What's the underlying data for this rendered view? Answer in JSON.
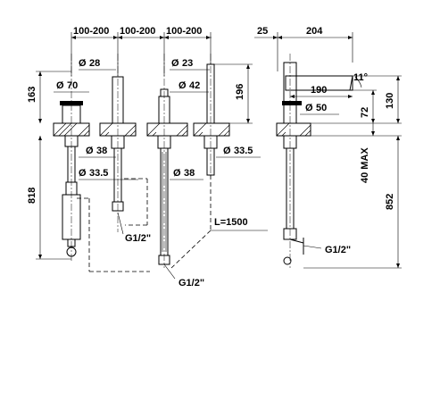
{
  "dimensions": {
    "top_spacing_1": "100-200",
    "top_spacing_2": "100-200",
    "top_spacing_3": "100-200",
    "side_25": "25",
    "side_204": "204",
    "dia_28": "28",
    "dia_23": "23",
    "dia_70": "70",
    "dia_42": "42",
    "h_163": "163",
    "h_196": "196",
    "len_190": "190",
    "angle_11": "11°",
    "dia_50": "50",
    "h_72": "72",
    "h_130": "130",
    "dia_38_a": "38",
    "dia_33_5_a": "33.5",
    "dia_38_b": "38",
    "dia_33_5_b": "33.5",
    "h_818": "818",
    "h_40max": "40 MAX",
    "h_852": "852",
    "hose_length": "L=1500",
    "thread_1": "G1/2\"",
    "thread_2": "G1/2\"",
    "thread_3": "G1/2\""
  },
  "symbols": {
    "diameter": "Ø"
  }
}
